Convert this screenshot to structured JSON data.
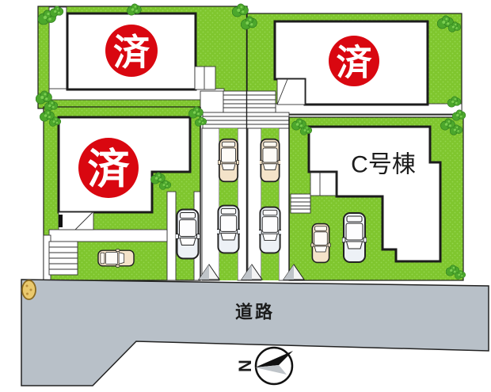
{
  "site_plan": {
    "lots": [
      {
        "id": "top-left",
        "status_stamp": "済"
      },
      {
        "id": "top-right",
        "status_stamp": "済"
      },
      {
        "id": "middle-left",
        "status_stamp": "済"
      },
      {
        "id": "building-c",
        "name": "C号棟"
      }
    ],
    "road_label": "道路",
    "compass": {
      "letter": "N",
      "points": "left"
    }
  },
  "icons": {
    "bush": "bush-icon",
    "car": "car-icon",
    "manhole": "manhole-icon",
    "north_arrow": "north-arrow-icon",
    "stairs": "stairs-icon"
  },
  "colors": {
    "grass": "#7fc62e",
    "grass_dot": "#93d64e",
    "road": "#b8c0c8",
    "stamp_red": "#d90710",
    "building_fill": "#ffffff",
    "line_black": "#1c1c1c",
    "car_beige": "#f4e3c9",
    "car_white": "#edf1f6",
    "bush_green": "#4ca72c",
    "bush_light": "#7ccf52",
    "manhole_tan": "#eac96d",
    "step_gray": "#bfc4c9"
  }
}
